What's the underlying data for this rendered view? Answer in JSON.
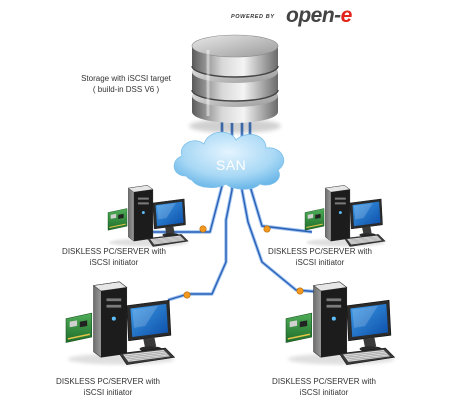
{
  "logo": {
    "powered_by": "POWERED BY",
    "brand_main": "open-",
    "brand_accent": "e"
  },
  "storage": {
    "line1": "Storage with iSCSI target",
    "line2": "( build-in DSS V6 )"
  },
  "network": {
    "label": "SAN"
  },
  "clients": [
    {
      "line1": "DISKLESS PC/SERVER with",
      "line2": "iSCSI initiator"
    },
    {
      "line1": "DISKLESS PC/SERVER with",
      "line2": "iSCSI initiator"
    },
    {
      "line1": "DISKLESS PC/SERVER with",
      "line2": "iSCSI initiator"
    },
    {
      "line1": "DISKLESS PC/SERVER with",
      "line2": "iSCSI initiator"
    }
  ],
  "colors": {
    "cable": "#2a5fb8",
    "cable_light": "#9ec3ee",
    "cloud": "#9fd2f2",
    "connector": "#f39a1e",
    "brand_accent": "#e2231a"
  },
  "icons": {
    "storage": "server-disk-stack-icon",
    "cloud": "cloud-icon",
    "client": "desktop-pc-with-nic-icon"
  }
}
